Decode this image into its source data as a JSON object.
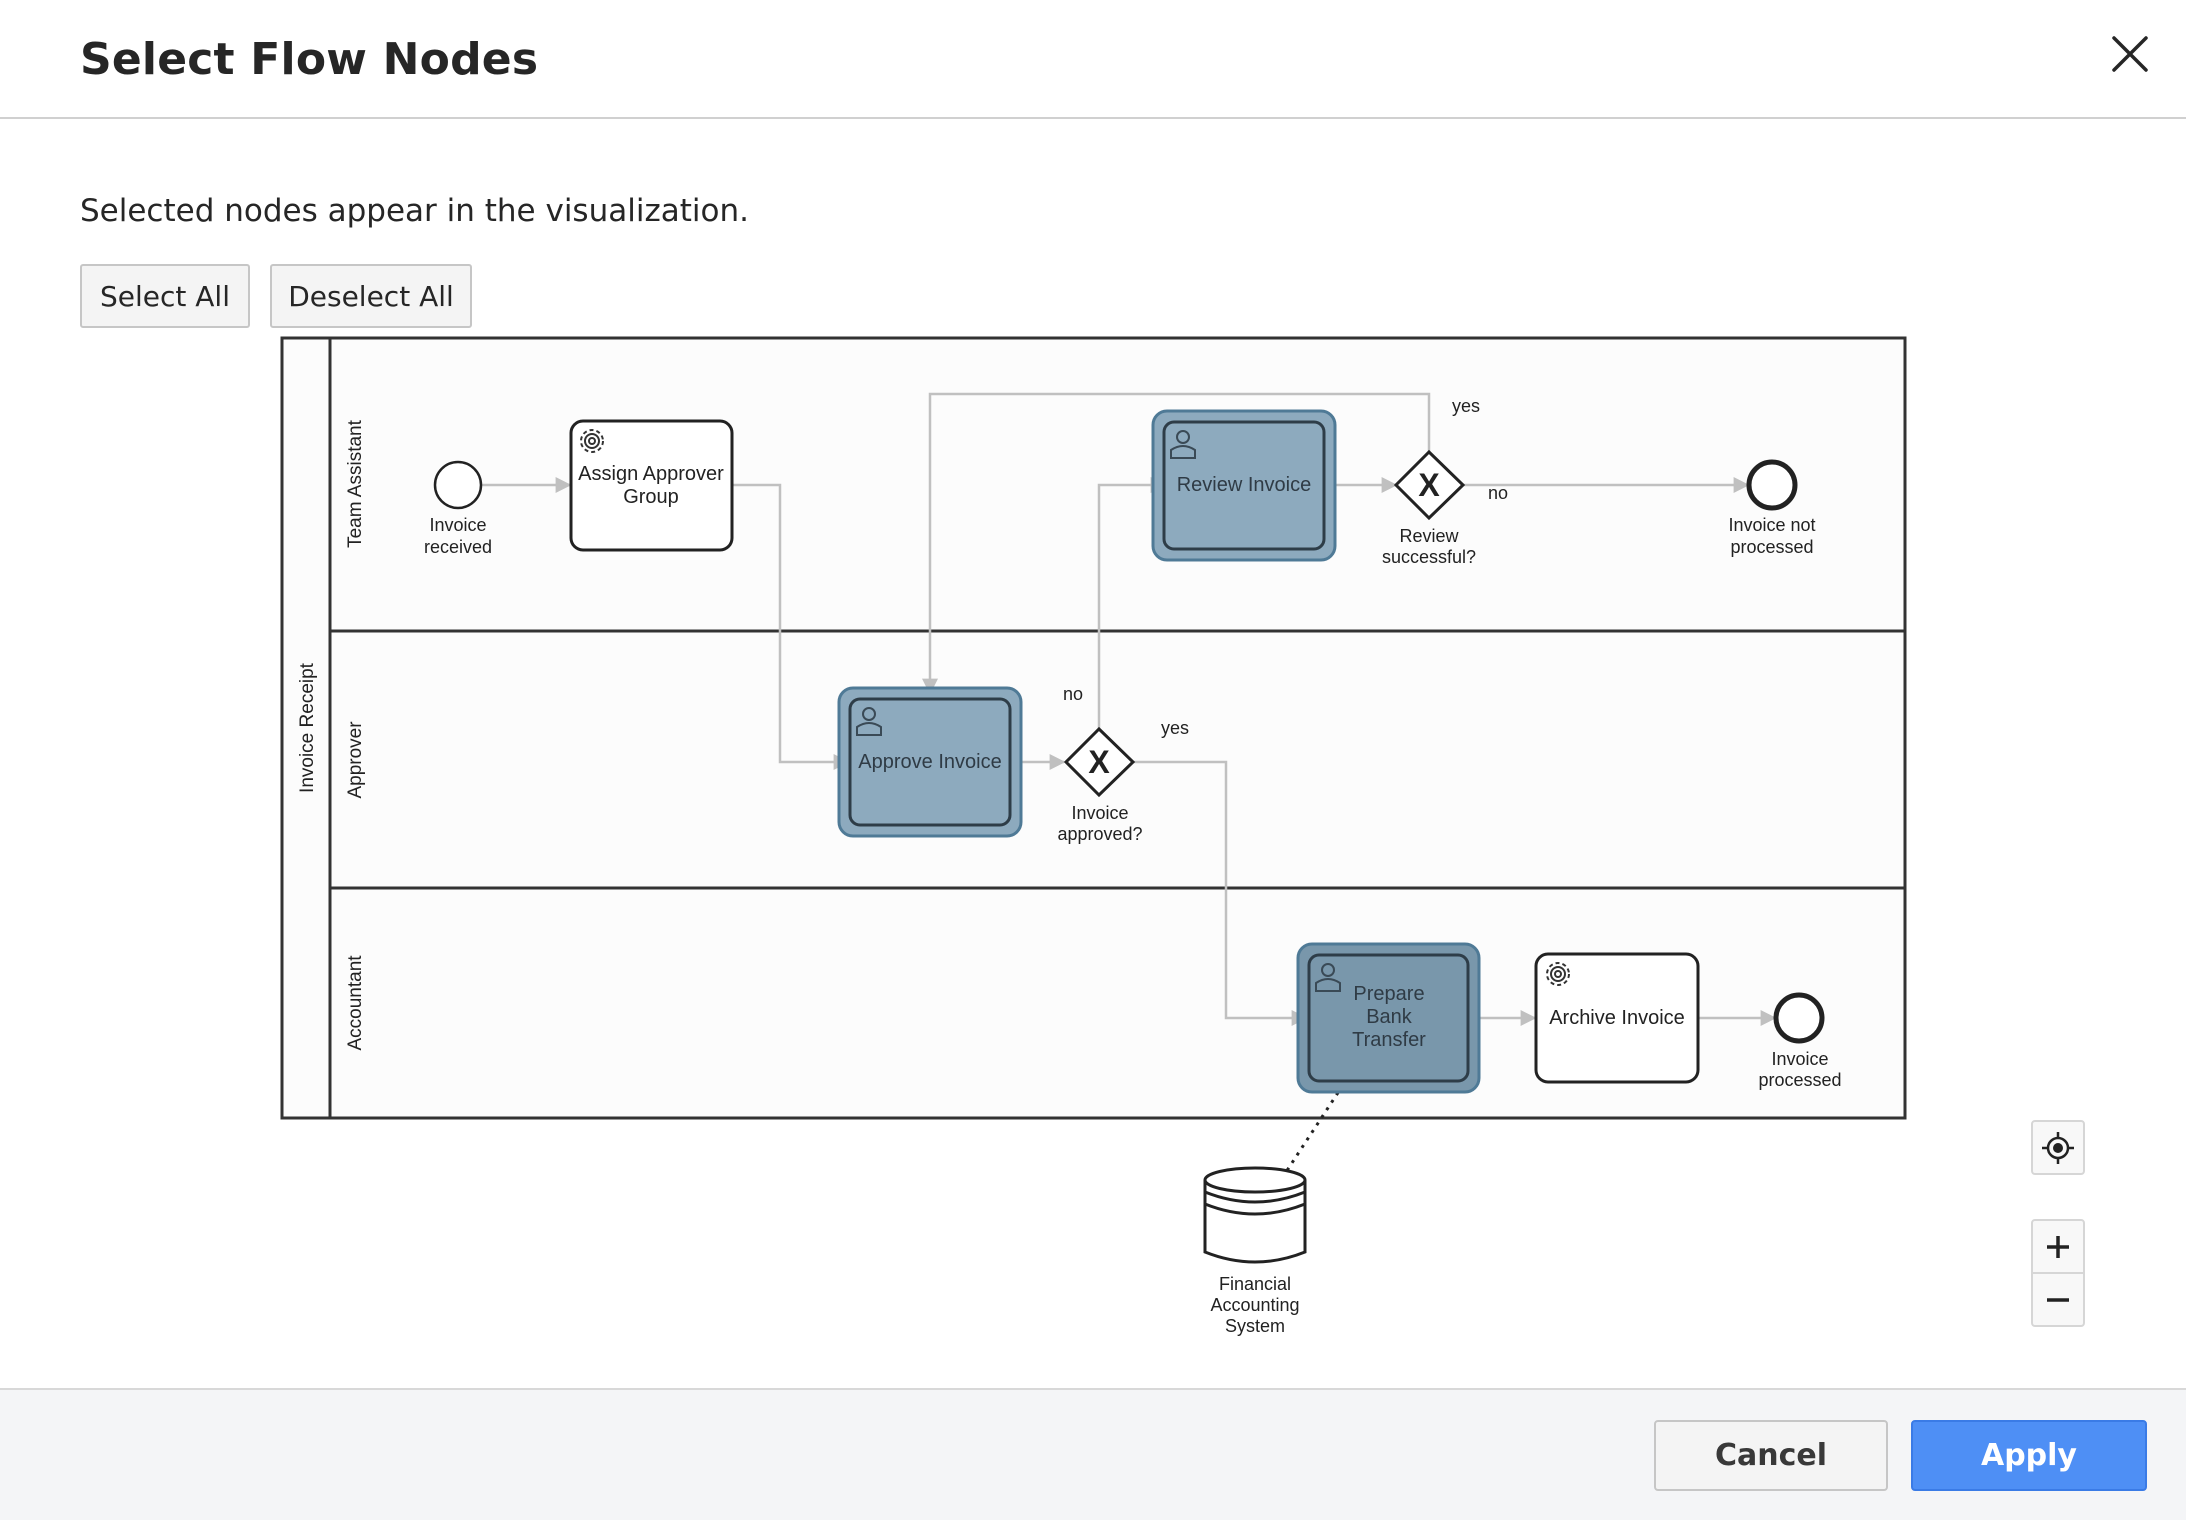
{
  "dialog": {
    "title": "Select Flow Nodes",
    "description": "Selected nodes appear in the visualization."
  },
  "selection": {
    "select_all": "Select All",
    "deselect_all": "Deselect All"
  },
  "diagram": {
    "pool": "Invoice Receipt",
    "lanes": [
      "Team Assistant",
      "Approver",
      "Accountant"
    ],
    "events": {
      "invoice_received": [
        "Invoice",
        "received"
      ],
      "invoice_not_processed": [
        "Invoice not",
        "processed"
      ],
      "invoice_processed": [
        "Invoice",
        "processed"
      ]
    },
    "tasks": {
      "assign_approver_group": [
        "Assign Approver",
        "Group"
      ],
      "review_invoice": "Review Invoice",
      "approve_invoice": "Approve Invoice",
      "prepare_bank_transfer": [
        "Prepare",
        "Bank",
        "Transfer"
      ],
      "archive_invoice": "Archive Invoice"
    },
    "gateways": {
      "review_successful": [
        "Review",
        "successful?"
      ],
      "invoice_approved": [
        "Invoice",
        "approved?"
      ]
    },
    "flow_labels": {
      "review_yes": "yes",
      "review_no": "no",
      "approved_no": "no",
      "approved_yes": "yes"
    },
    "data_store": [
      "Financial",
      "Accounting",
      "System"
    ],
    "selected_nodes": [
      "Review Invoice",
      "Approve Invoice",
      "Prepare Bank Transfer"
    ],
    "colors": {
      "selected_fill": "#8daabe",
      "selected_fill_dark": "#7997ab",
      "selected_border": "#4f7a96",
      "flow_line": "#c0c0c0",
      "lane_background": "#fcfcfc"
    }
  },
  "zoom_controls": {
    "recenter_icon": "crosshair-icon",
    "zoom_in_icon": "plus-icon",
    "zoom_out_icon": "minus-icon"
  },
  "footer": {
    "cancel": "Cancel",
    "apply": "Apply",
    "apply_color": "#4e8ff5"
  }
}
